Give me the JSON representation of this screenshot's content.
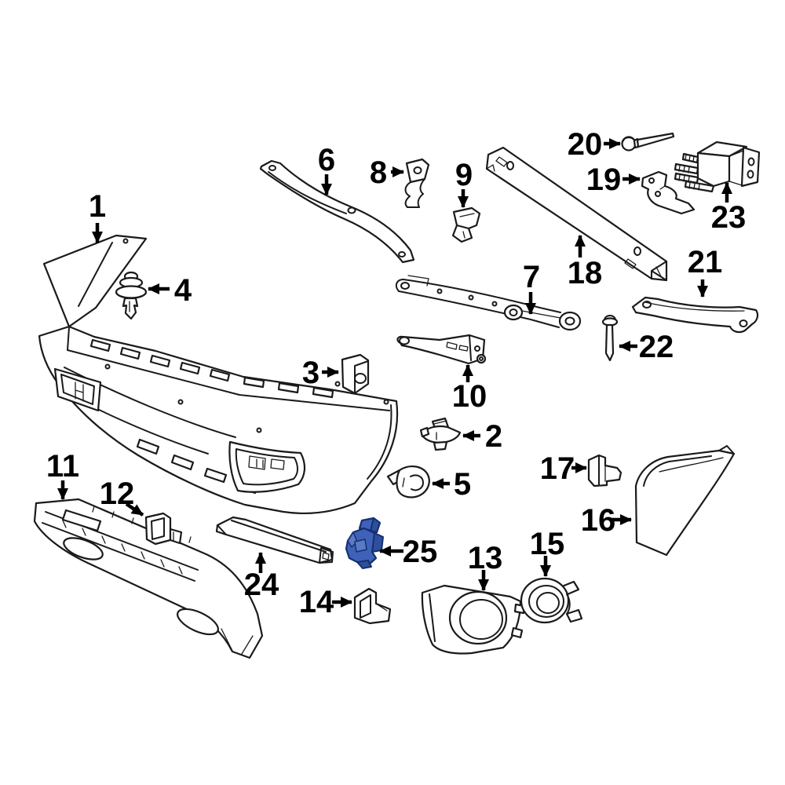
{
  "diagram": {
    "background_color": "#ffffff",
    "line_color": "#1a1a1a",
    "highlight_color": "#3f62b8",
    "highlight_dark_color": "#16306e",
    "highlighted_callout": "25",
    "callouts": [
      {
        "label": "1"
      },
      {
        "label": "2"
      },
      {
        "label": "3"
      },
      {
        "label": "4"
      },
      {
        "label": "5"
      },
      {
        "label": "6"
      },
      {
        "label": "7"
      },
      {
        "label": "8"
      },
      {
        "label": "9"
      },
      {
        "label": "10"
      },
      {
        "label": "11"
      },
      {
        "label": "12"
      },
      {
        "label": "13"
      },
      {
        "label": "14"
      },
      {
        "label": "15"
      },
      {
        "label": "16"
      },
      {
        "label": "17"
      },
      {
        "label": "18"
      },
      {
        "label": "19"
      },
      {
        "label": "20"
      },
      {
        "label": "21"
      },
      {
        "label": "22"
      },
      {
        "label": "23"
      },
      {
        "label": "24"
      },
      {
        "label": "25"
      }
    ]
  }
}
